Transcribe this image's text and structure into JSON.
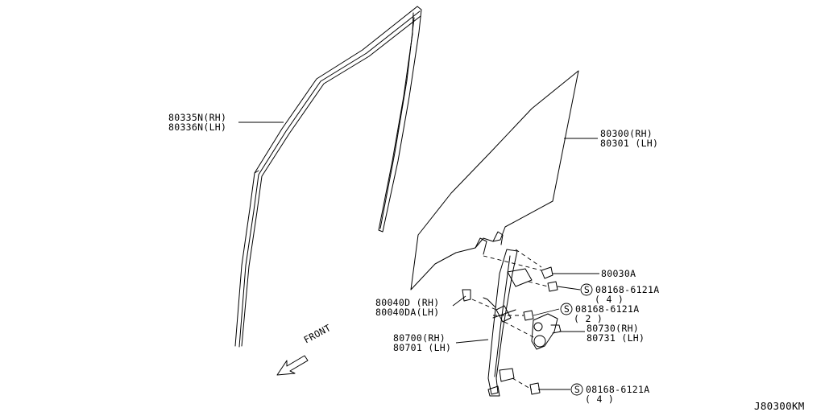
{
  "diagram_id": "J80300KM",
  "front_label": "FRONT",
  "labels": {
    "sash_rh": "80335N(RH)",
    "sash_lh": "80336N(LH)",
    "glass_rh": "80300(RH)",
    "glass_lh": "80301 (LH)",
    "bolt_a": "80030A",
    "screw1_code": "08168-6121A",
    "screw1_qty": "( 4 )",
    "clip_rh": "80040D (RH)",
    "clip_lh": "80040DA(LH)",
    "screw2_code": "08168-6121A",
    "screw2_qty": "( 2 )",
    "regulator_rh": "80700(RH)",
    "regulator_lh": "80701 (LH)",
    "motor_rh": "80730(RH)",
    "motor_lh": "80731 (LH)",
    "screw3_code": "08168-6121A",
    "screw3_qty": "( 4 )"
  },
  "symbols": {
    "screw_symbol": "S"
  }
}
